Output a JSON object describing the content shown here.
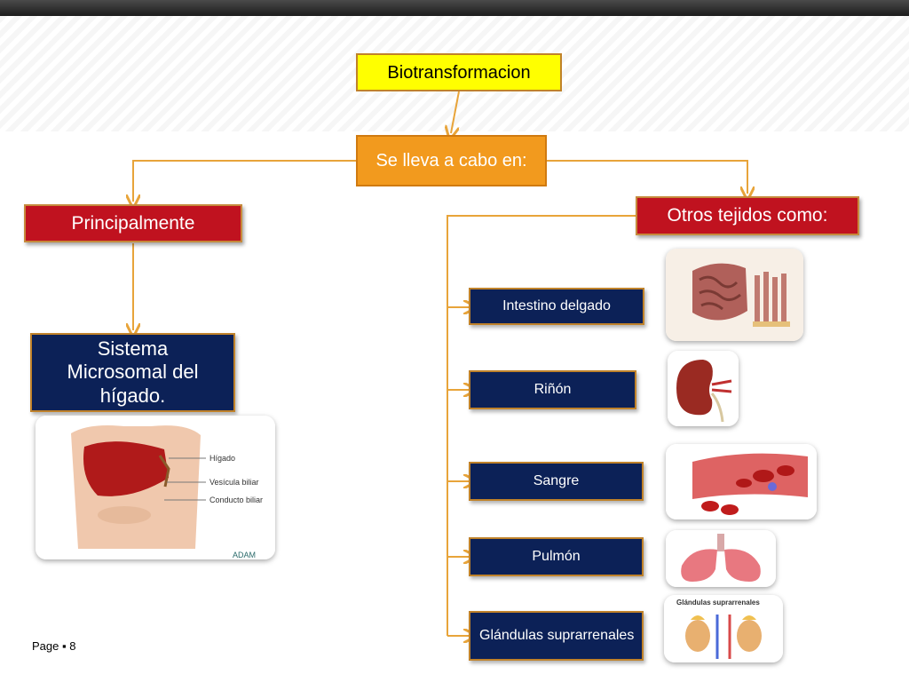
{
  "title": "Biotransformacion",
  "subtitle": "Se lleva a cabo en:",
  "left_branch": {
    "label": "Principalmente",
    "detail": "Sistema Microsomal del hígado.",
    "image_labels": [
      "Hígado",
      "Vesícula biliar",
      "Conducto biliar"
    ],
    "image_logo": "ADAM"
  },
  "right_branch": {
    "label": "Otros tejidos como:",
    "items": [
      {
        "label": "Intestino delgado"
      },
      {
        "label": "Riñón"
      },
      {
        "label": "Sangre"
      },
      {
        "label": "Pulmón"
      },
      {
        "label": "Glándulas suprarrenales"
      }
    ],
    "adrenal_image_title": "Glándulas suprarrenales"
  },
  "footer": "Page ▪ 8",
  "colors": {
    "title_bg": "#ffff00",
    "subtitle_bg": "#f29a1e",
    "branch_bg": "#c0121f",
    "item_bg": "#0c2157",
    "connector": "#e8a43a"
  }
}
